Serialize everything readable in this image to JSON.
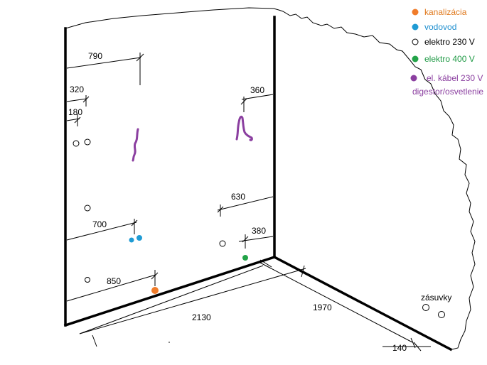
{
  "legend": [
    {
      "label": "kanalizácia",
      "color": "#f07c2a",
      "marker": "filled",
      "text_color": "#e07a1f"
    },
    {
      "label": "vodovod",
      "color": "#1f9bd4",
      "marker": "filled",
      "text_color": "#1f8fcf"
    },
    {
      "label": "elektro 230 V",
      "color": "#000000",
      "marker": "hollow",
      "text_color": "#000000"
    },
    {
      "label": "elektro 400 V",
      "color": "#22a348",
      "marker": "filled",
      "text_color": "#1f9a45"
    },
    {
      "label": "el. kábel 230 V",
      "color": "#8b3fa0",
      "marker": "filled",
      "text_color": "#8b3fa0"
    }
  ],
  "legend_note": "digestor/osvetlenie",
  "dimensions": {
    "d790": "790",
    "d320": "320",
    "d180": "180",
    "d360": "360",
    "d630": "630",
    "d700": "700",
    "d380": "380",
    "d850": "850",
    "d2130": "2130",
    "d1970": "1970",
    "d140": "140"
  },
  "label_zasuvky": "zásuvky",
  "colors": {
    "kanalizacia": "#f07c2a",
    "vodovod": "#1f9bd4",
    "elektro400": "#22a348",
    "kabel": "#8b3fa0"
  }
}
